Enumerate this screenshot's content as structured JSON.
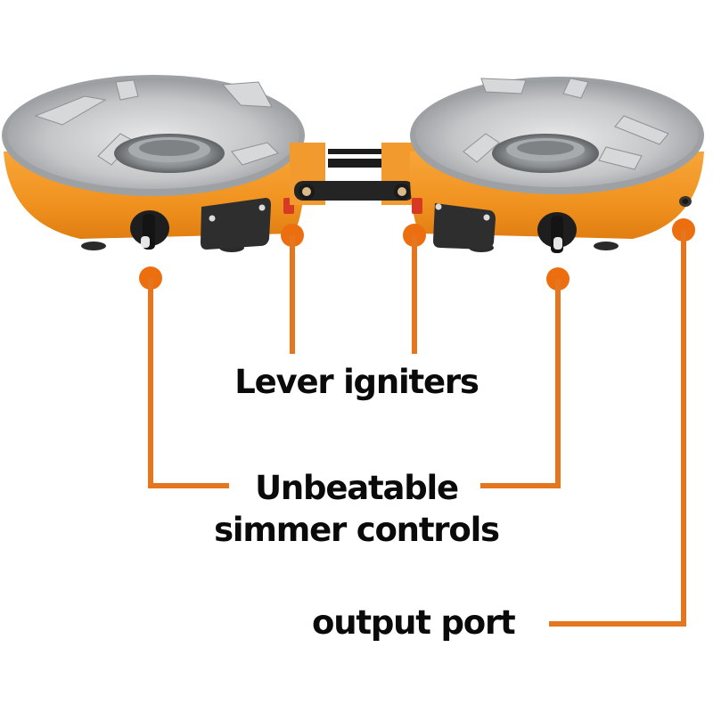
{
  "product": {
    "name": "portable double-burner camping stove",
    "body_color": "#f29a2e",
    "steel_color": "#c9cbcd",
    "plate_color": "#2e2e2e"
  },
  "callouts": {
    "color": "#e4761f",
    "dot_color": "#ec6e0f",
    "lever_igniters": {
      "label": "Lever igniters"
    },
    "simmer_controls": {
      "line1": "Unbeatable",
      "line2": "simmer controls"
    },
    "output_port": {
      "label": "output port"
    }
  }
}
